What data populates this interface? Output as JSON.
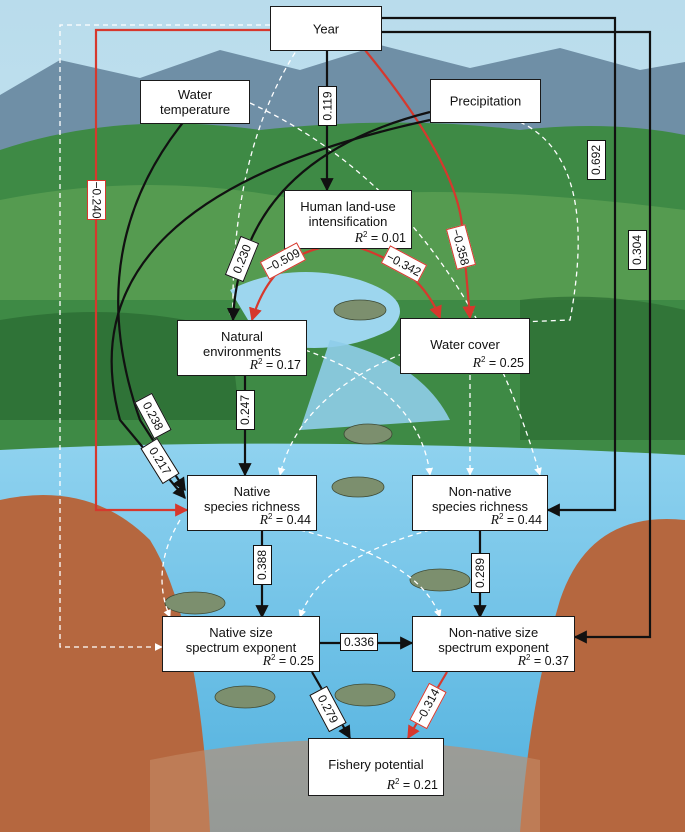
{
  "nodes": {
    "year": {
      "name": "Year"
    },
    "water_temp": {
      "name": "Water\ntemperature"
    },
    "precip": {
      "name": "Precipitation"
    },
    "land_use": {
      "name": "Human land-use\nintensification",
      "r2": "= 0.01"
    },
    "natural_env": {
      "name": "Natural\nenvironments",
      "r2": "= 0.17"
    },
    "water_cover": {
      "name": "Water cover",
      "r2": "= 0.25"
    },
    "native_rich": {
      "name": "Native\nspecies richness",
      "r2": "= 0.44"
    },
    "nonnative_rich": {
      "name": "Non-native\nspecies richness",
      "r2": "= 0.44"
    },
    "native_size": {
      "name": "Native size\nspectrum exponent",
      "r2": "= 0.25"
    },
    "nonnative_size": {
      "name": "Non-native size\nspectrum exponent",
      "r2": "= 0.37"
    },
    "fishery": {
      "name": "Fishery potential",
      "r2": "= 0.21"
    }
  },
  "r2_symbol": "R",
  "r2_power": "2",
  "coefficients": {
    "year_landuse": "0.119",
    "year_native": "−0.240",
    "year_water": "−0.358",
    "year_nonnative": "0.692",
    "year_nonnative_size": "0.304",
    "precip_natural": "0.230",
    "landuse_natural": "−0.509",
    "landuse_water": "−0.342",
    "temp_native": "0.238",
    "precip_native": "0.217",
    "natural_native": "0.247",
    "native_size": "0.388",
    "nonnative_size": "0.289",
    "size_size": "0.336",
    "native_size_fishery": "0.279",
    "nonnative_size_fishery": "−0.314"
  },
  "colors": {
    "positive": "#111111",
    "negative": "#d6382d",
    "nonsignificant": "#ffffff",
    "water": "#6fc2e8",
    "forest": "#2f7a3a",
    "soil": "#b5673f"
  }
}
